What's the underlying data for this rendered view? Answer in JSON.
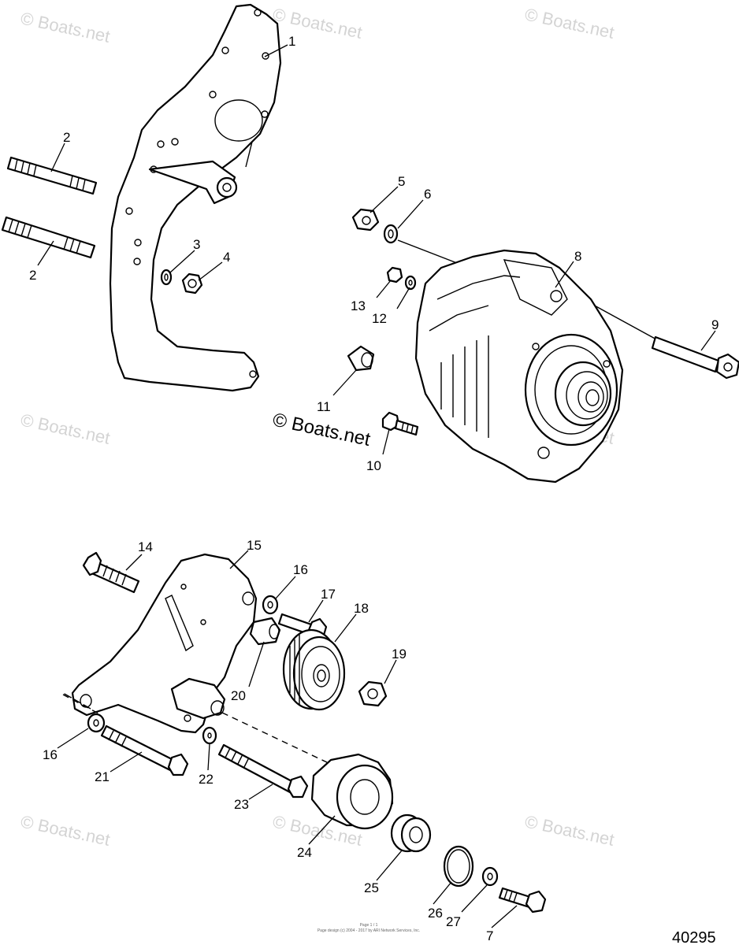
{
  "watermark": "© Boats.net",
  "center_watermark": "© Boats.net",
  "drawing_number": "40295",
  "footer_line1": "Page 1 / 1",
  "footer_line2": "Page design (c) 2004 - 2017 by ARI Network Services, Inc.",
  "callouts": [
    "1",
    "2",
    "2",
    "3",
    "4",
    "5",
    "6",
    "8",
    "13",
    "12",
    "9",
    "11",
    "10",
    "14",
    "15",
    "16",
    "17",
    "18",
    "19",
    "20",
    "16",
    "21",
    "22",
    "23",
    "24",
    "25",
    "26",
    "27",
    "7"
  ]
}
